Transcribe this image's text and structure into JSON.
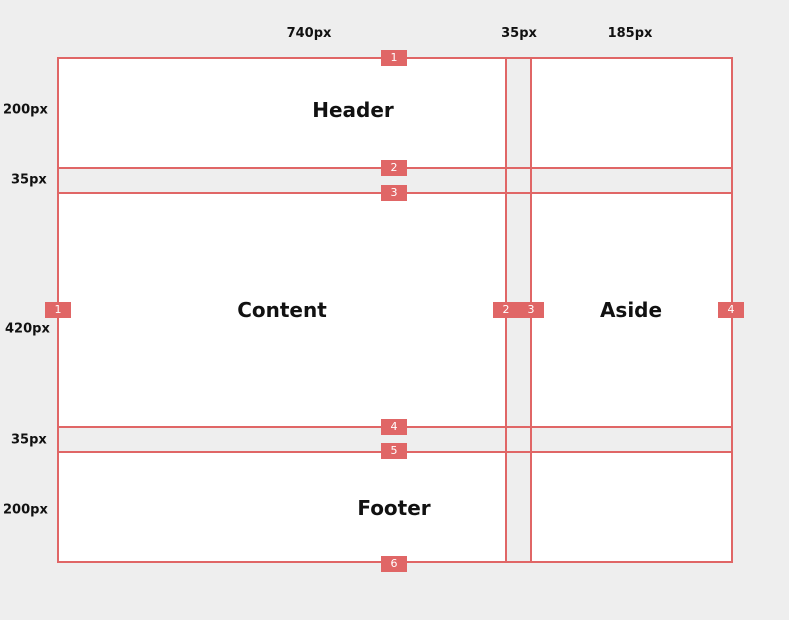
{
  "track_sizes": {
    "columns": [
      "740px",
      "35px",
      "185px"
    ],
    "rows": [
      "200px",
      "35px",
      "420px",
      "35px",
      "200px"
    ]
  },
  "areas": {
    "header": "Header",
    "content": "Content",
    "aside": "Aside",
    "footer": "Footer"
  },
  "row_line_numbers": [
    "1",
    "2",
    "3",
    "4",
    "5",
    "6"
  ],
  "column_line_numbers": [
    "1",
    "2",
    "3",
    "4"
  ],
  "colors": {
    "grid_line": "#e06666",
    "gutter": "#eeeeee",
    "area_fill": "#ffffff",
    "background": "#eeeeee"
  }
}
